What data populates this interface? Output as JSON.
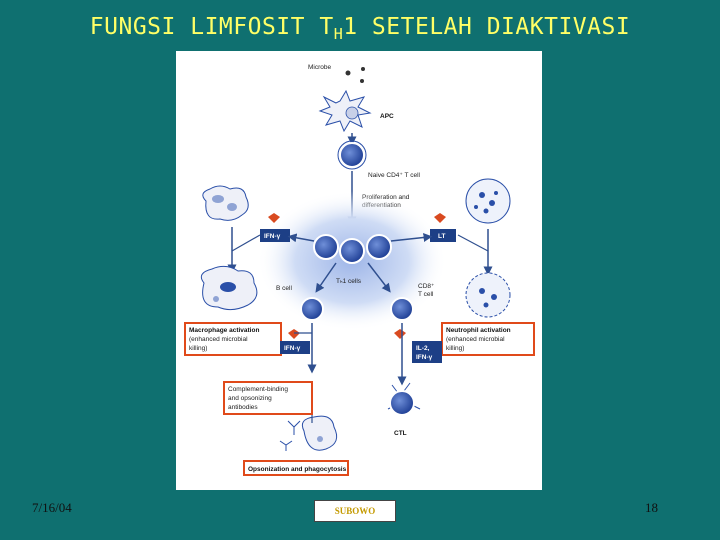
{
  "slide": {
    "title_main": "FUNGSI LIMFOSIT T",
    "title_sub": "H",
    "title_rest": "1 SETELAH DIAKTIVASI",
    "date": "7/16/04",
    "author": "SUBOWO",
    "page_number": "18"
  },
  "figure": {
    "microbe": "Microbe",
    "apc": "APC",
    "naive_cell": "Naive CD4⁺ T cell",
    "proliferation_1": "Proliferation and",
    "proliferation_2": "differentiation",
    "ifn_gamma_left": "IFN-γ",
    "lt": "LT",
    "th1_cells": "Tₕ1 cells",
    "b_cell": "B cell",
    "cd8_1": "CD8⁺",
    "cd8_2": "T cell",
    "macrophage_title": "Macrophage activation",
    "macrophage_sub1": "(enhanced microbial",
    "macrophage_sub2": "killing)",
    "ifn_gamma_mid": "IFN-γ",
    "neutrophil_title": "Neutrophil activation",
    "neutrophil_sub1": "(enhanced microbial",
    "neutrophil_sub2": "killing)",
    "il2_1": "IL-2,",
    "il2_2": "IFN-γ",
    "complement_1": "Complement-binding",
    "complement_2": "and opsonizing",
    "complement_3": "antibodies",
    "ctl": "CTL",
    "opsonization": "Opsonization and phagocytosis"
  },
  "colors": {
    "background": "#0f7070",
    "title": "#ffff66",
    "highlight_box": "#e04a1a",
    "cell_blue": "#2a4fa8",
    "label_box": "#1d3f86",
    "arrow": "#2f4f8f"
  }
}
